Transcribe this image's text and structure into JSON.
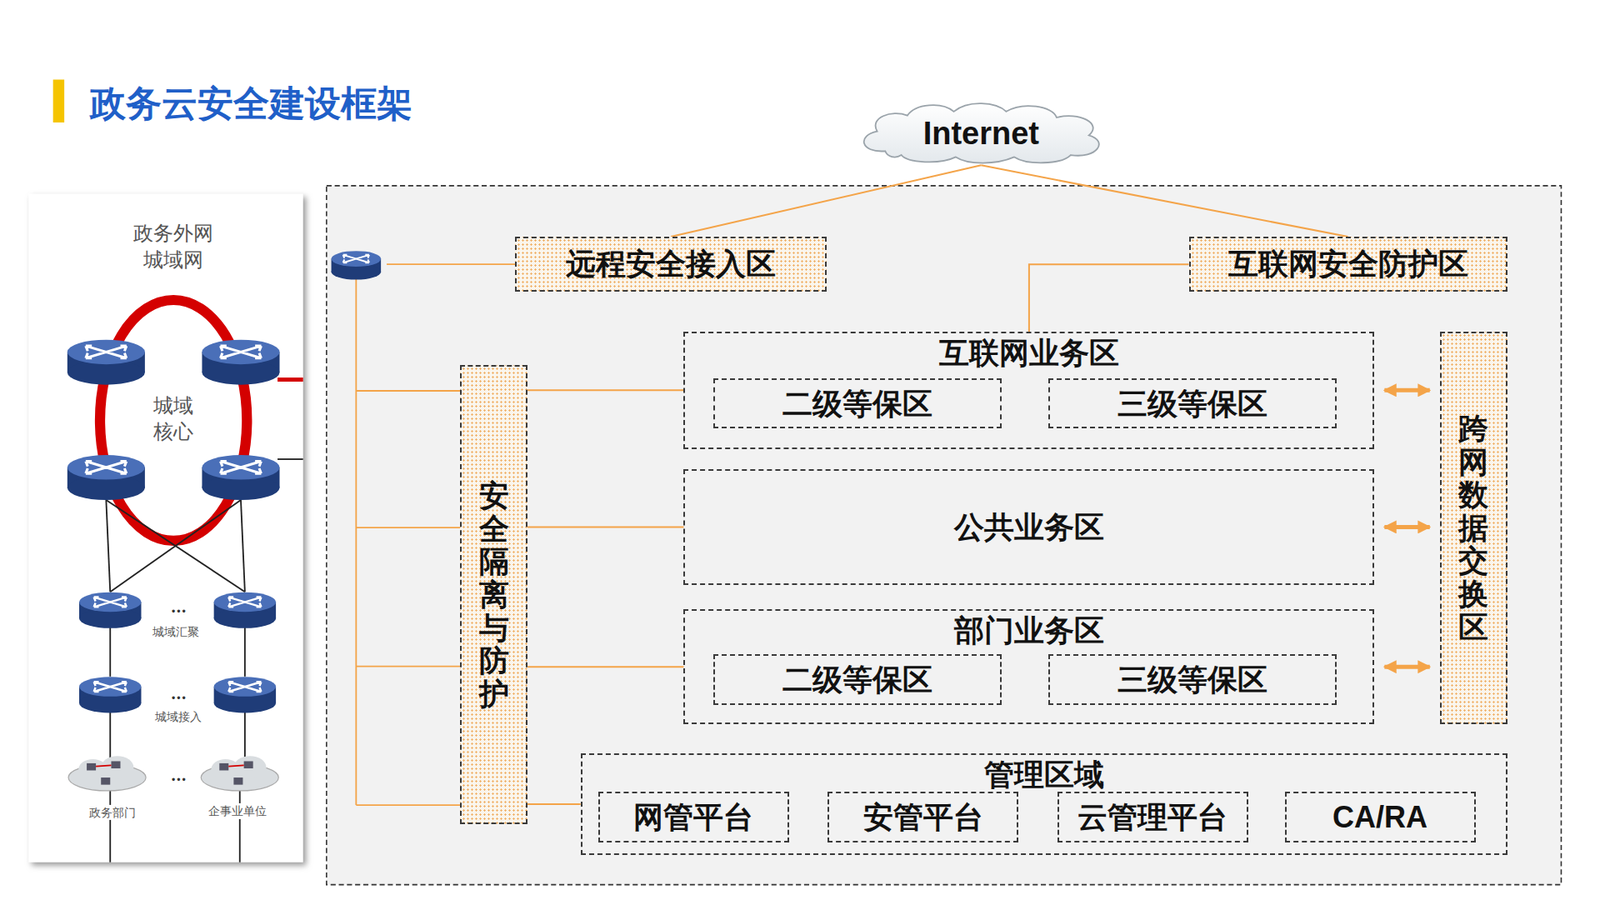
{
  "diagram": {
    "title": "政务云安全建设框架",
    "nodes": [
      {
        "text": [
          "Internet"
        ]
      },
      {
        "text": [
          "远程安全接入区"
        ]
      },
      {
        "text": [
          "互联网安全防护区"
        ]
      },
      {
        "text": [
          "安全隔离与防护"
        ]
      },
      {
        "text": [
          "互联网业务区"
        ]
      },
      {
        "text": [
          "二级等保区"
        ],
        "in": 4
      },
      {
        "text": [
          "三级等保区"
        ],
        "in": 4
      },
      {
        "text": [
          "公共业务区"
        ]
      },
      {
        "text": [
          "部门业务区"
        ]
      },
      {
        "text": [
          "二级等保区"
        ],
        "in": 8
      },
      {
        "text": [
          "三级等保区"
        ],
        "in": 8
      },
      {
        "text": [
          "跨网数据交换区"
        ]
      },
      {
        "text": [
          "管理区域"
        ]
      },
      {
        "text": [
          "网管平台"
        ],
        "in": 12
      },
      {
        "text": [
          "安管平台"
        ],
        "in": 12
      },
      {
        "text": [
          "云管理平台"
        ],
        "in": 12
      },
      {
        "text": [
          "CA/RA"
        ],
        "in": 12
      }
    ],
    "edges": [
      {
        "from": 0,
        "to": 1,
        "arrow": "none"
      },
      {
        "from": 0,
        "to": 2,
        "arrow": "none"
      },
      {
        "from": 2,
        "to": 4,
        "arrow": "none"
      },
      {
        "from": 3,
        "to": 4,
        "arrow": "none"
      },
      {
        "from": 3,
        "to": 7,
        "arrow": "none"
      },
      {
        "from": 3,
        "to": 8,
        "arrow": "none"
      },
      {
        "from": 3,
        "to": 12,
        "arrow": "none"
      },
      {
        "from": 4,
        "to": 11,
        "arrow": "both"
      },
      {
        "from": 7,
        "to": 11,
        "arrow": "both"
      },
      {
        "from": 8,
        "to": 11,
        "arrow": "both"
      }
    ],
    "labels": [
      "政务外网 城域网",
      "城域 核心",
      "...",
      "城域汇聚",
      "...",
      "城域接入",
      "...",
      "政务部门",
      "企事业单位"
    ]
  }
}
